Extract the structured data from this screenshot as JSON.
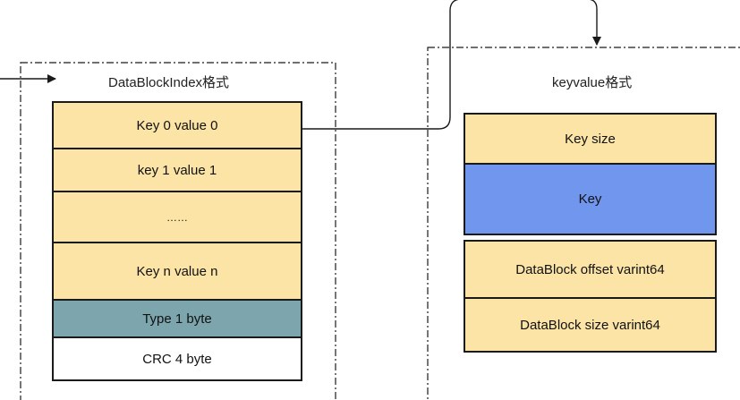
{
  "colors": {
    "cell_yellow": "#fbe4a6",
    "key_blue": "#7196ee",
    "type_teal": "#7da5ad",
    "crc_white": "#ffffff",
    "line": "#1a1a1a"
  },
  "index_block": {
    "title": "DataBlockIndex格式",
    "rows": {
      "key0": "Key 0 value 0",
      "key1": "key 1 value 1",
      "ellipsis": "……",
      "keyn": "Key n value n",
      "type": "Type  1 byte",
      "crc": "CRC  4 byte"
    }
  },
  "keyvalue_block": {
    "title": "keyvalue格式",
    "rows": {
      "key_size": "Key  size",
      "key": "Key",
      "offset": "DataBlock offset  varint64",
      "size": "DataBlock size  varint64"
    }
  }
}
